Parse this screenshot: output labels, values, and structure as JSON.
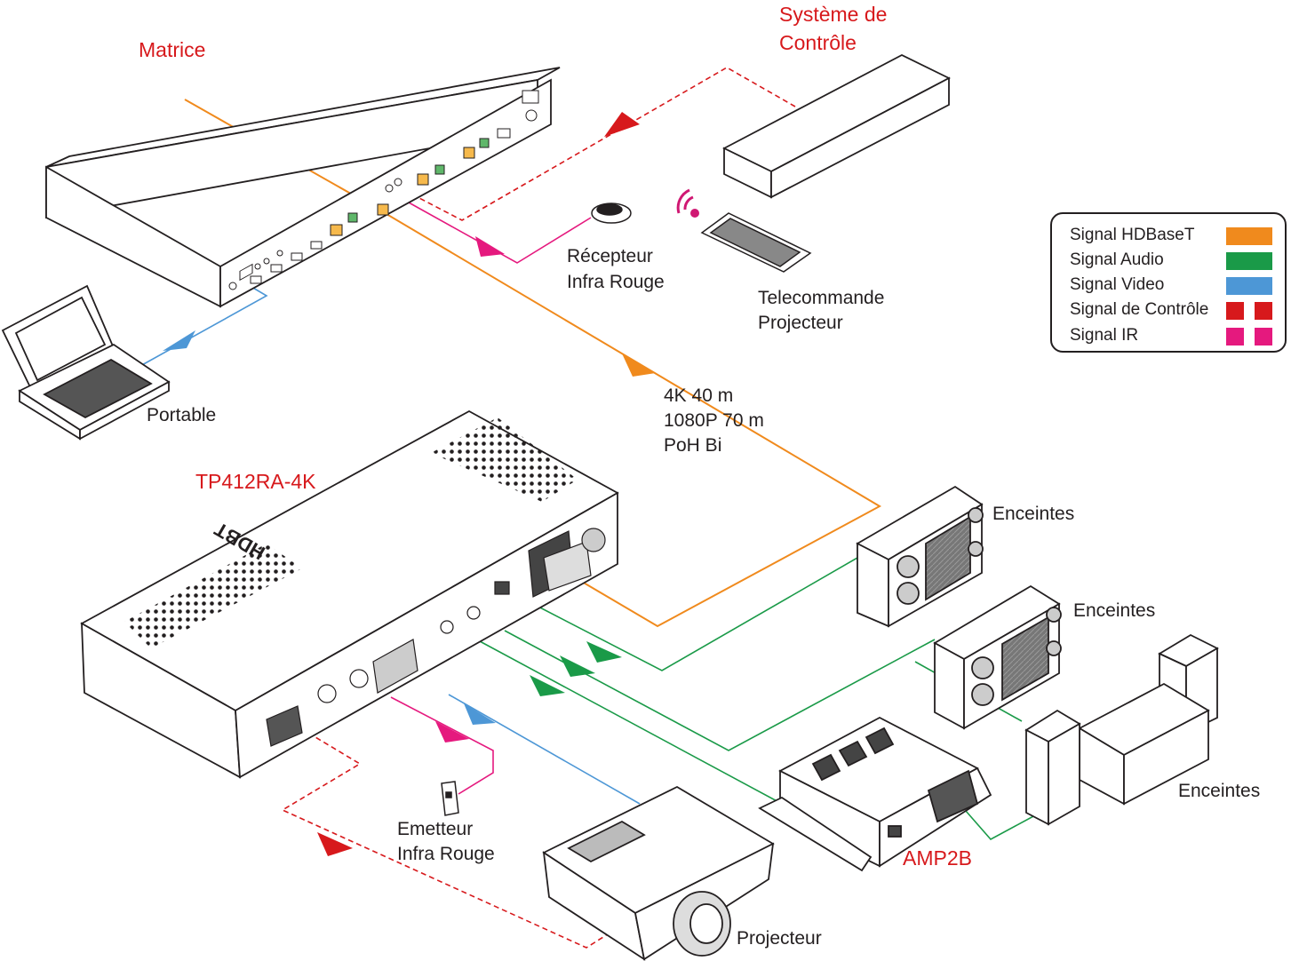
{
  "labels": {
    "matrice": "Matrice",
    "systeme_line1": "Système de",
    "systeme_line2": "Contrôle",
    "recepteur_line1": "Récepteur",
    "recepteur_line2": "Infra Rouge",
    "telecommande_line1": "Telecommande",
    "telecommande_line2": "Projecteur",
    "portable": "Portable",
    "spec_line1": "4K 40 m",
    "spec_line2": "1080P 70 m",
    "spec_line3": "PoH Bi",
    "tp412": "TP412RA-4K",
    "enceintes_1": "Enceintes",
    "enceintes_2": "Enceintes",
    "enceintes_3": "Enceintes",
    "emetteur_line1": "Emetteur",
    "emetteur_line2": "Infra Rouge",
    "amp2b": "AMP2B",
    "projecteur": "Projecteur",
    "brand": "HDBT"
  },
  "legend": [
    {
      "label": "Signal HDBaseT",
      "color": "#f08a1d",
      "style": "solid"
    },
    {
      "label": "Signal Audio",
      "color": "#1a9a48",
      "style": "solid"
    },
    {
      "label": "Signal Video",
      "color": "#4d97d6",
      "style": "solid"
    },
    {
      "label": "Signal de Contrôle",
      "color": "#d7191c",
      "style": "dashed"
    },
    {
      "label": "Signal IR",
      "color": "#e5197e",
      "style": "dashed"
    }
  ],
  "colors": {
    "hdbaset": "#f08a1d",
    "audio": "#1a9a48",
    "video": "#4d97d6",
    "control": "#d7191c",
    "ir": "#e5197e",
    "label_red": "#d7191c",
    "outline": "#231f20"
  }
}
